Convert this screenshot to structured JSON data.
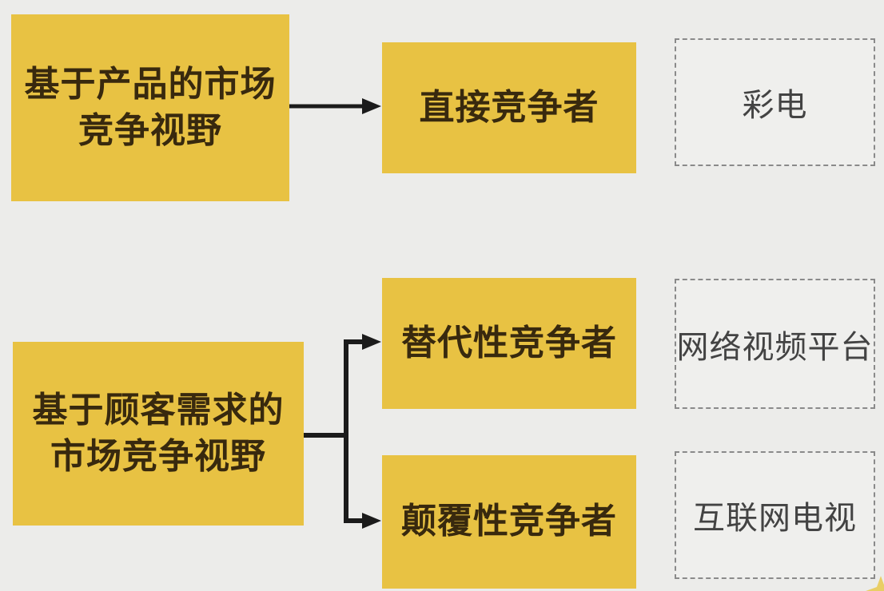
{
  "meta": {
    "background": "#ececea",
    "accent": "#e8c243",
    "text_dark": "#38290e",
    "line_color": "#1b1b1b",
    "dashed_border": "#8a8a8a",
    "example_text": "#434343"
  },
  "nodes": {
    "product_view": {
      "label": "基于产品的市场\n竞争视野"
    },
    "customer_view": {
      "label": "基于顾客需求的\n市场竞争视野"
    },
    "direct_competitor": {
      "label": "直接竞争者"
    },
    "substitute_competitor": {
      "label": "替代性竞争者"
    },
    "disruptive_competitor": {
      "label": "颠覆性竞争者"
    },
    "example_color_tv": {
      "label": "彩电"
    },
    "example_online_video": {
      "label": "网络视频平台"
    },
    "example_internet_tv": {
      "label": "互联网电视"
    }
  }
}
